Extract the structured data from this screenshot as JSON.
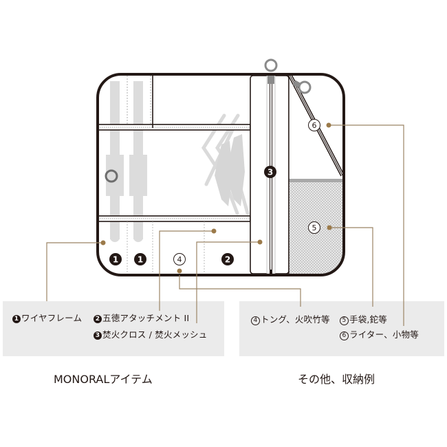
{
  "diagram": {
    "colors": {
      "outline": "#231815",
      "leader": "#9b8465",
      "leader_dot": "#9b7a4a",
      "ghost": "#d9d9d9",
      "panel": "#ebebeb"
    },
    "markers": {
      "m1a": "1",
      "m1b": "1",
      "m2": "2",
      "m3": "3",
      "m4": "4",
      "m5": "5",
      "m6": "6"
    }
  },
  "legend_left": {
    "items": [
      {
        "num": "1",
        "style": "filled",
        "label": "ワイヤフレーム"
      },
      {
        "num": "2",
        "style": "filled",
        "label": "五徳アタッチメント II"
      },
      {
        "num": "3",
        "style": "filled",
        "label": "焚火クロス / 焚火メッシュ"
      }
    ]
  },
  "legend_right": {
    "items": [
      {
        "num": "4",
        "style": "outline",
        "label": "トング、火吹竹等"
      },
      {
        "num": "5",
        "style": "outline",
        "label": "手袋,鉈等"
      },
      {
        "num": "6",
        "style": "outline",
        "label": "ライター、小物等"
      }
    ]
  },
  "captions": {
    "left": "MONORALアイテム",
    "right": "その他、収納例"
  }
}
